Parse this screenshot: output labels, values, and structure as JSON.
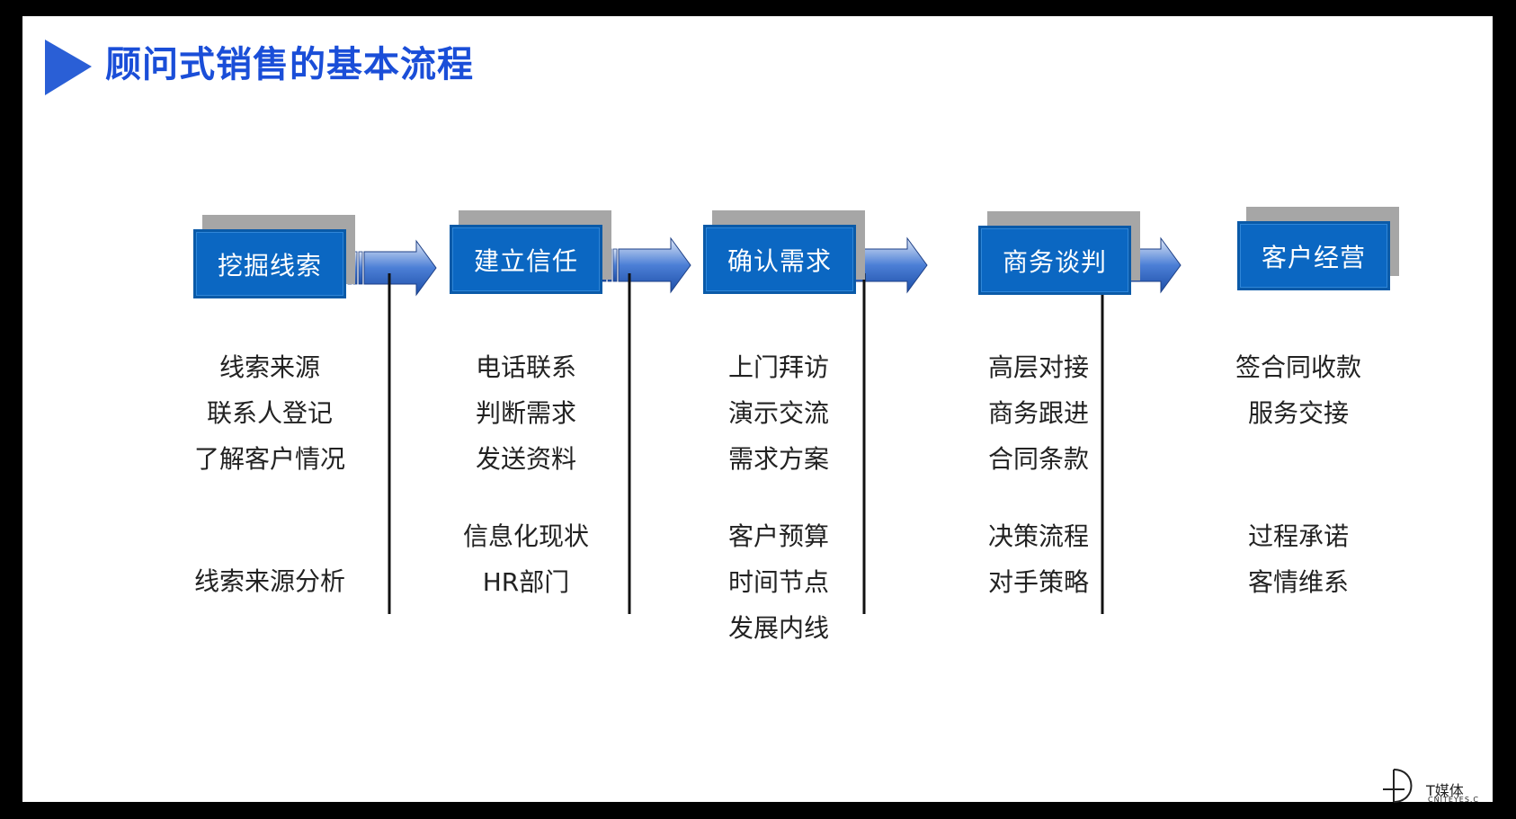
{
  "title": "顾问式销售的基本流程",
  "stages": [
    {
      "label": "挖掘线索",
      "items_a": [
        "线索来源",
        "联系人登记",
        "了解客户情况"
      ],
      "items_b": [
        "线索来源分析"
      ]
    },
    {
      "label": "建立信任",
      "items_a": [
        "电话联系",
        "判断需求",
        "发送资料"
      ],
      "items_b": [
        "信息化现状",
        "HR部门"
      ]
    },
    {
      "label": "确认需求",
      "items_a": [
        "上门拜访",
        "演示交流",
        "需求方案"
      ],
      "items_b": [
        "客户预算",
        "时间节点",
        "发展内线"
      ]
    },
    {
      "label": "商务谈判",
      "items_a": [
        "高层对接",
        "商务跟进",
        "合同条款"
      ],
      "items_b": [
        "决策流程",
        "对手策略"
      ]
    },
    {
      "label": "客户经营",
      "items_a": [
        "签合同收款",
        "服务交接"
      ],
      "items_b": [
        "过程承诺",
        "客情维系"
      ]
    }
  ],
  "watermark": {
    "text": "T媒体",
    "sub": "CNITEYES.C"
  },
  "colors": {
    "title": "#1a4ed8",
    "box": "#0b67c2",
    "arrow": "#2d63c8",
    "shadow": "#a6a6a6"
  }
}
